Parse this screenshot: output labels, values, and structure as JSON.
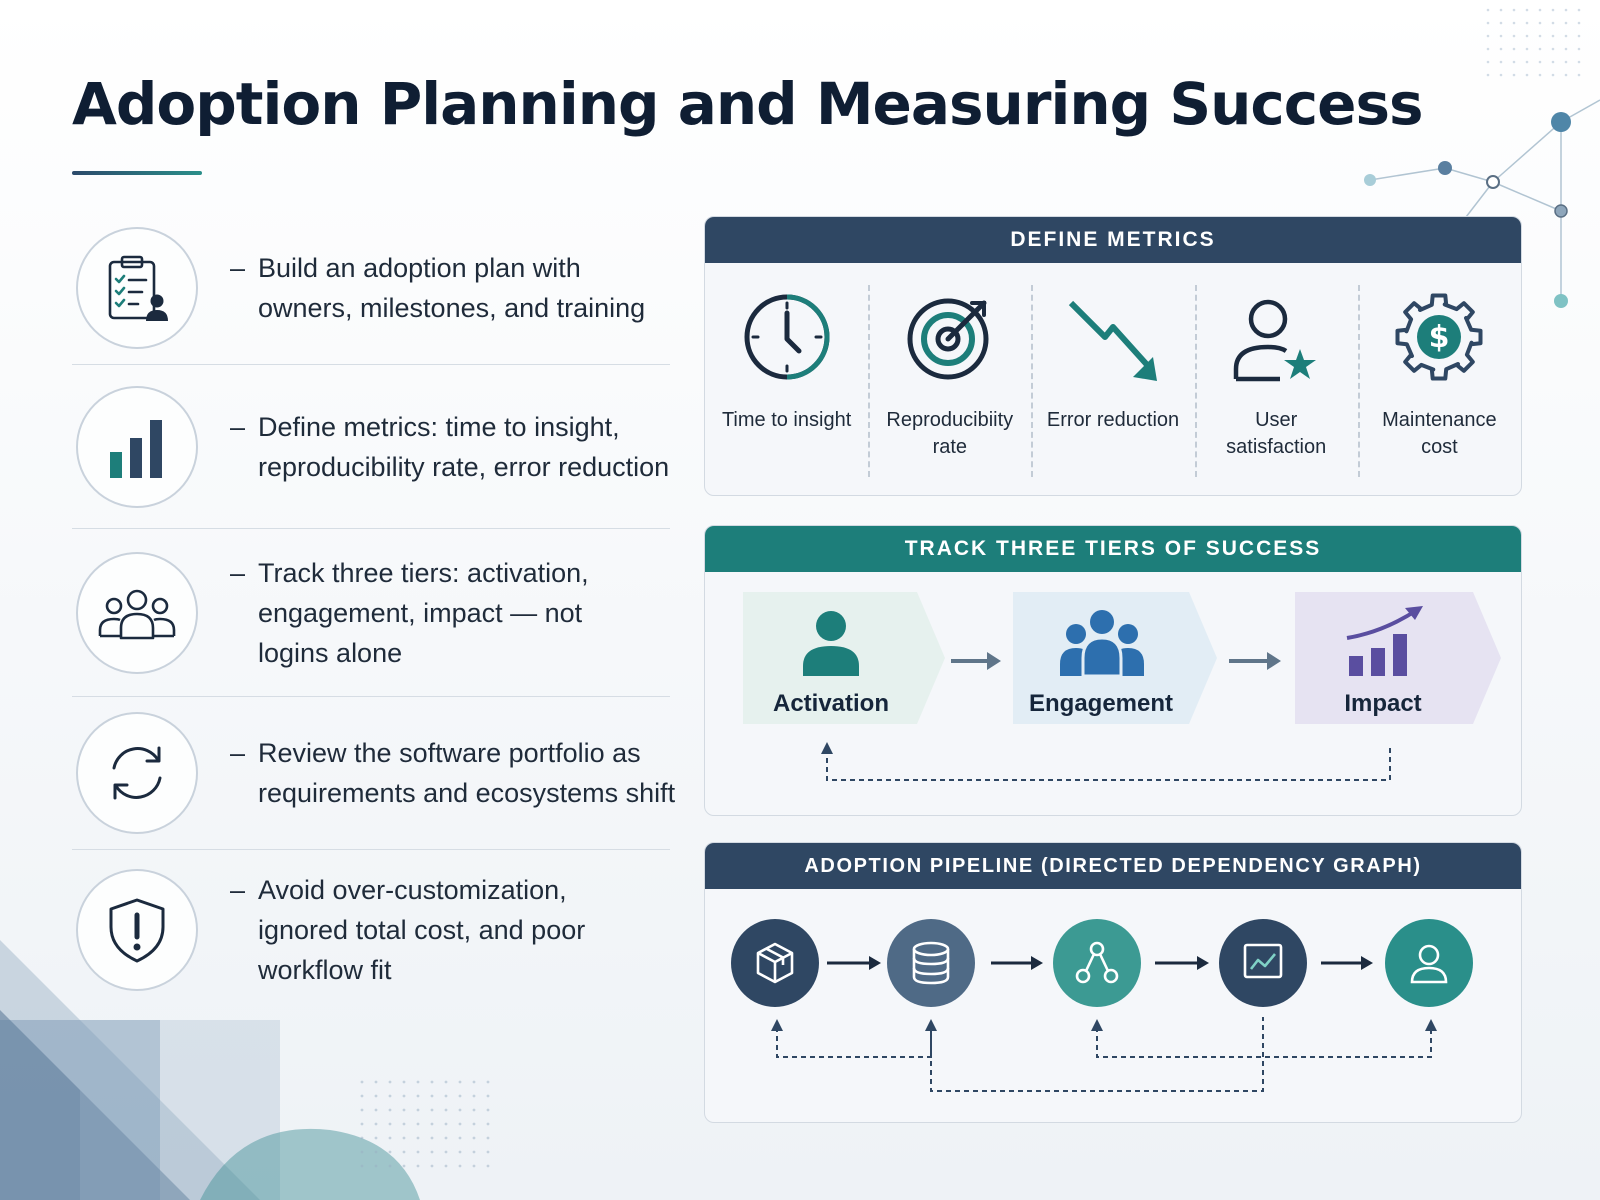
{
  "title": "Adoption Planning and Measuring Success",
  "colors": {
    "navy": "#2f4763",
    "teal": "#1d7e7a",
    "slate": "#4f6a86",
    "light_teal": "#3c9a93",
    "purple": "#5a4ea0"
  },
  "list_items": [
    {
      "icon": "clipboard-checklist-icon",
      "text": "Build an adoption plan with owners, milestones, and training"
    },
    {
      "icon": "bar-chart-icon",
      "text": "Define metrics: time to insight, reproducibility rate, error reduction"
    },
    {
      "icon": "people-group-icon",
      "text": "Track three tiers: activation, engagement, impact — not logins alone"
    },
    {
      "icon": "refresh-cycle-icon",
      "text": "Review the software portfolio as requirements and ecosystems shift"
    },
    {
      "icon": "shield-warning-icon",
      "text": "Avoid over-customization, ignored total cost, and poor workflow fit"
    }
  ],
  "list_dash": "–",
  "metrics_panel": {
    "header": "DEFINE METRICS",
    "items": [
      {
        "icon": "clock-icon",
        "label": "Time to insight"
      },
      {
        "icon": "target-icon",
        "label": "Reproducibiity rate"
      },
      {
        "icon": "trend-down-icon",
        "label": "Error reduction"
      },
      {
        "icon": "user-star-icon",
        "label": "User satisfaction"
      },
      {
        "icon": "dollar-gear-icon",
        "label": "Maintenance cost"
      }
    ]
  },
  "tiers_panel": {
    "header": "TRACK THREE TIERS OF SUCCESS",
    "tiers": [
      {
        "icon": "person-icon",
        "label": "Activation"
      },
      {
        "icon": "group-icon",
        "label": "Engagement"
      },
      {
        "icon": "growth-chart-icon",
        "label": "Impact"
      }
    ]
  },
  "pipeline_panel": {
    "header": "ADOPTION PIPELINE (DIRECTED DEPENDENCY GRAPH)",
    "nodes": [
      {
        "icon": "package-icon"
      },
      {
        "icon": "database-icon"
      },
      {
        "icon": "network-icon"
      },
      {
        "icon": "monitor-chart-icon"
      },
      {
        "icon": "user-icon"
      }
    ]
  }
}
